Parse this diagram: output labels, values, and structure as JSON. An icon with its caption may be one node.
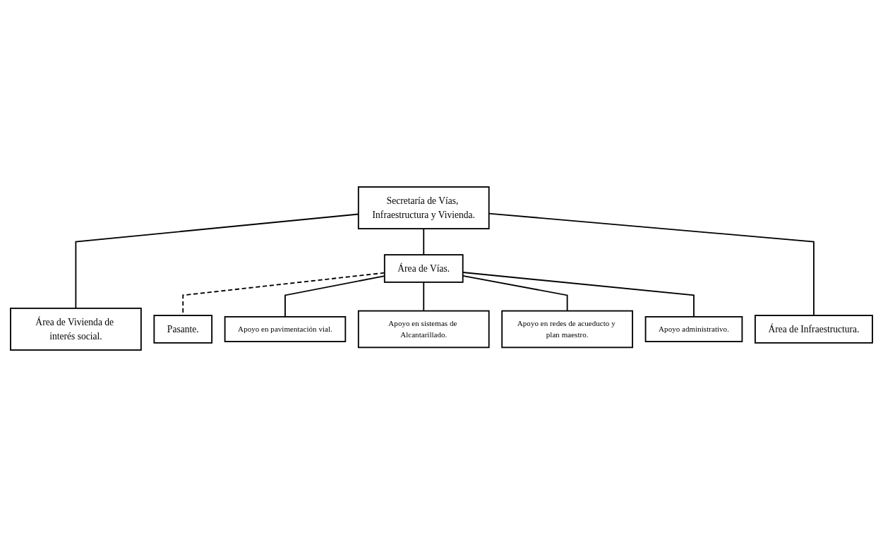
{
  "diagram": {
    "nodes": [
      {
        "text": [
          "Secretaría de Vías, Infraestructura y Vivienda."
        ]
      },
      {
        "text": [
          "Área de Vivienda de interés social."
        ]
      },
      {
        "text": [
          "Área de Vías."
        ]
      },
      {
        "text": [
          "Área de Infraestructura."
        ]
      },
      {
        "text": [
          "Pasante."
        ]
      },
      {
        "text": [
          "Apoyo en pavimentación vial."
        ]
      },
      {
        "text": [
          "Apoyo en sistemas de Alcantarillado."
        ]
      },
      {
        "text": [
          "Apoyo en redes de acueducto y plan maestro."
        ]
      },
      {
        "text": [
          "Apoyo administrativo."
        ]
      }
    ],
    "edges": [
      {
        "from": 0,
        "to": 1,
        "arrow": "none"
      },
      {
        "from": 0,
        "to": 2,
        "arrow": "none"
      },
      {
        "from": 0,
        "to": 3,
        "arrow": "none"
      },
      {
        "from": 2,
        "to": 4,
        "arrow": "none",
        "style": "dashed"
      },
      {
        "from": 2,
        "to": 5,
        "arrow": "none"
      },
      {
        "from": 2,
        "to": 6,
        "arrow": "none"
      },
      {
        "from": 2,
        "to": 7,
        "arrow": "none"
      },
      {
        "from": 2,
        "to": 8,
        "arrow": "none"
      }
    ]
  }
}
